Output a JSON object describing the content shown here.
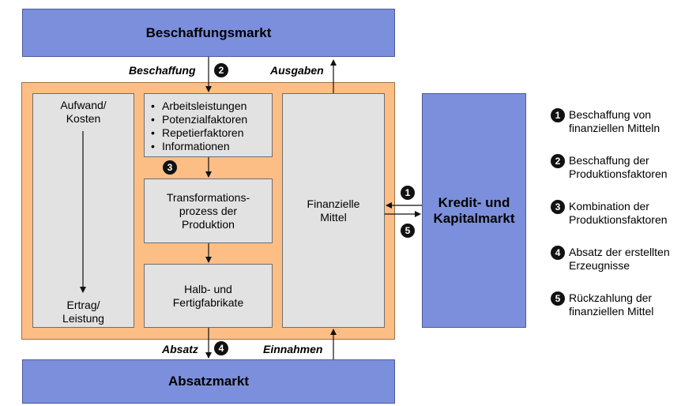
{
  "markets": {
    "procurement": "Beschaffungsmarkt",
    "sales": "Absatzmarkt",
    "credit_line1": "Kredit- und",
    "credit_line2": "Kapitalmarkt"
  },
  "flows": {
    "procurement": "Beschaffung",
    "expenses": "Ausgaben",
    "sales": "Absatz",
    "revenue": "Einnahmen"
  },
  "left_column": {
    "top_line1": "Aufwand/",
    "top_line2": "Kosten",
    "bottom_line1": "Ertrag/",
    "bottom_line2": "Leistung"
  },
  "factors": [
    "Arbeitsleistungen",
    "Potenzialfaktoren",
    "Repetierfaktoren",
    "Informationen"
  ],
  "transformation": {
    "line1": "Transformations-",
    "line2": "prozess der",
    "line3": "Produktion"
  },
  "products": {
    "line1": "Halb- und",
    "line2": "Fertigfabrikate"
  },
  "finance": {
    "line1": "Finanzielle",
    "line2": "Mittel"
  },
  "numbers": {
    "n1": "1",
    "n2": "2",
    "n3": "3",
    "n4": "4",
    "n5": "5"
  },
  "legend": [
    {
      "num": "1",
      "line1": "Beschaffung von",
      "line2": "finanziellen Mitteln"
    },
    {
      "num": "2",
      "line1": "Beschaffung der",
      "line2": "Produktionsfaktoren"
    },
    {
      "num": "3",
      "line1": "Kombination der",
      "line2": "Produktionsfaktoren"
    },
    {
      "num": "4",
      "line1": "Absatz der erstellten",
      "line2": "Erzeugnisse"
    },
    {
      "num": "5",
      "line1": "Rückzahlung der",
      "line2": "finanziellen Mittel"
    }
  ]
}
